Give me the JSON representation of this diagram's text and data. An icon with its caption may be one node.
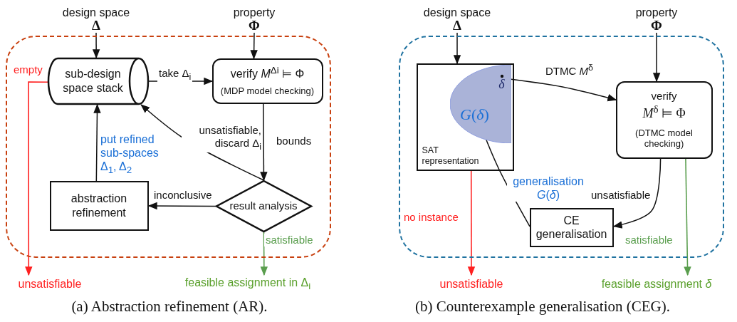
{
  "diagram": {
    "nodes": [
      {
        "text": [],
        "shape": "box"
      },
      {
        "text": [
          "design space",
          "Δ"
        ]
      },
      {
        "text": [
          "property",
          "Φ"
        ]
      },
      {
        "text": [
          "sub-design space stack"
        ],
        "in": 0
      },
      {
        "text": [
          "verify *M*$^{Δi}$ ⊨ Φ",
          "(MDP model checking)"
        ],
        "in": 0
      },
      {
        "text": [
          "abstraction refinement"
        ],
        "in": 0
      },
      {
        "text": [
          "result analysis"
        ],
        "in": 0
      },
      {
        "text": [
          "unsatisfiable"
        ]
      },
      {
        "text": [
          "feasible assignment in Δ$_{i}$"
        ]
      },
      {
        "text": [],
        "shape": "box"
      },
      {
        "text": [
          "design space",
          "Δ"
        ]
      },
      {
        "text": [
          "property",
          "Φ"
        ]
      },
      {
        "text": [
          "SAT representation"
        ],
        "in": 9
      },
      {
        "text": [
          "*G*(*δ*)"
        ],
        "in": 12
      },
      {
        "text": [
          "*δ*"
        ],
        "in": 13
      },
      {
        "text": [
          "verify",
          "*M*$^{δ}$ ⊨ Φ",
          "(DTMC model checking)"
        ],
        "in": 9
      },
      {
        "text": [
          "CE generalisation"
        ],
        "in": 9
      },
      {
        "text": [
          "unsatisfiable"
        ]
      },
      {
        "text": [
          "feasible assignment *δ*"
        ]
      }
    ],
    "edges": [
      {
        "from": 1,
        "to": 3,
        "arrow": "to"
      },
      {
        "from": 2,
        "to": 4,
        "arrow": "to"
      },
      {
        "from": 3,
        "to": 4,
        "arrow": "to",
        "label": "take Δ$_{i}$"
      },
      {
        "from": 4,
        "to": 6,
        "arrow": "to",
        "label": "bounds"
      },
      {
        "from": 6,
        "to": 3,
        "arrow": "to",
        "label": "unsatisfiable, discard Δ$_{i}$"
      },
      {
        "from": 6,
        "to": 5,
        "arrow": "to",
        "label": "inconclusive"
      },
      {
        "from": 5,
        "to": 3,
        "arrow": "to",
        "label": "put refined sub-spaces Δ$_{1}$, Δ$_{2}$"
      },
      {
        "from": 3,
        "to": 7,
        "arrow": "to",
        "label": "empty",
        "color": "#ff2020"
      },
      {
        "from": 6,
        "to": 8,
        "arrow": "to",
        "label": "satisfiable",
        "color": "#5a9e4e"
      },
      {
        "from": 10,
        "to": 12,
        "arrow": "to"
      },
      {
        "from": 11,
        "to": 15,
        "arrow": "to"
      },
      {
        "from": 14,
        "to": 15,
        "arrow": "to",
        "label": "DTMC *M*$^{δ}$"
      },
      {
        "from": 15,
        "to": 16,
        "arrow": "to",
        "label": "unsatisfiable"
      },
      {
        "from": 16,
        "to": 13,
        "arrow": "to",
        "label": "generalisation *G*(*δ*)"
      },
      {
        "from": 12,
        "to": 17,
        "arrow": "to",
        "label": "no instance",
        "color": "#ff2020"
      },
      {
        "from": 15,
        "to": 18,
        "arrow": "to",
        "label": "satisfiable",
        "color": "#5a9e4e"
      }
    ],
    "labels": [
      "(a) Abstraction refinement (AR).",
      "(b) Counterexample generalisation (CEG)."
    ]
  }
}
